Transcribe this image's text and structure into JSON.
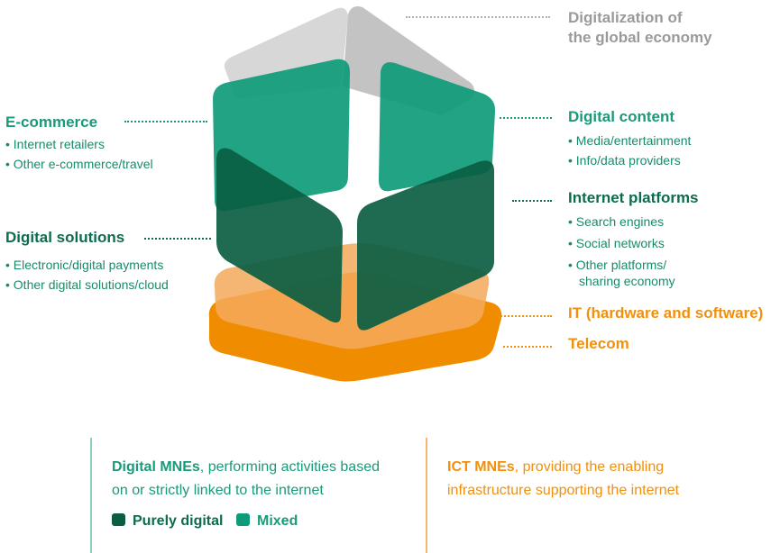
{
  "diagram": {
    "top": {
      "line1": "Digitalization of",
      "line2": "the global economy"
    },
    "ecommerce": {
      "title": "E-commerce",
      "items": [
        "• Internet retailers",
        "• Other e-commerce/travel"
      ]
    },
    "digital_solutions": {
      "title": "Digital solutions",
      "items": [
        "• Electronic/digital payments",
        "• Other digital solutions/cloud"
      ]
    },
    "digital_content": {
      "title": "Digital content",
      "items": [
        "• Media/entertainment",
        "• Info/data providers"
      ]
    },
    "internet_platforms": {
      "title": "Internet platforms",
      "items": [
        "• Search engines",
        "• Social networks",
        "• Other platforms/",
        "sharing economy"
      ]
    },
    "it": {
      "title_bold": "IT",
      "title_rest": " (hardware and software)"
    },
    "telecom": {
      "title": "Telecom"
    }
  },
  "legend": {
    "digital_bold": "Digital MNEs",
    "digital_line1_rest": ", performing activities based",
    "digital_line2": "on or strictly linked to the internet",
    "ict_bold": "ICT MNEs",
    "ict_line1_rest": ", providing the enabling",
    "ict_line2": "infrastructure supporting the internet",
    "purely_digital": "Purely digital",
    "mixed": "Mixed"
  },
  "colors": {
    "gray": "#c8c8c8",
    "teal": "#0f9b78",
    "dark_green": "#0b5e43",
    "orange": "#f08c00",
    "light_orange": "#f5a95a"
  }
}
